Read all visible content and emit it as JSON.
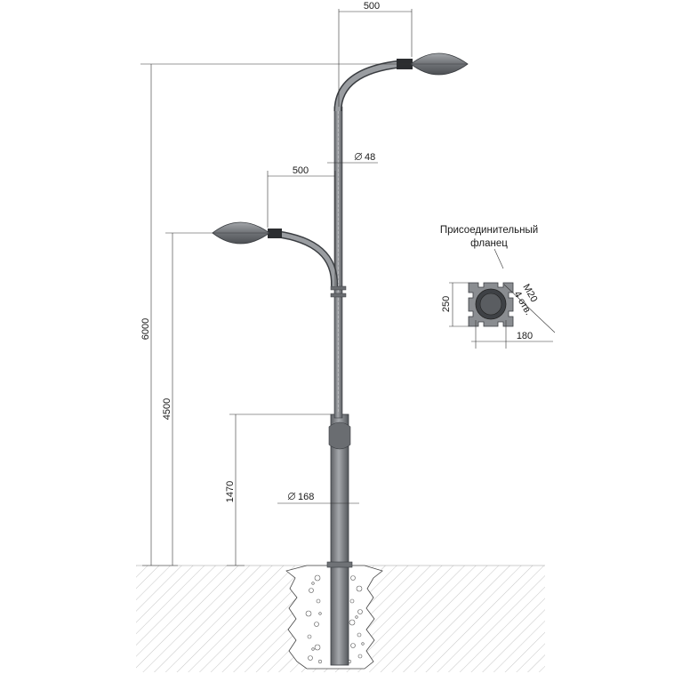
{
  "dimensions": {
    "upper_arm_reach": "500",
    "lower_arm_reach": "500",
    "upper_pipe_diameter": "48",
    "base_pipe_diameter": "168",
    "total_height": "6000",
    "lower_luminaire_height": "4500",
    "base_section_height": "1470"
  },
  "flange": {
    "title_line1": "Присоединительный",
    "title_line2": "фланец",
    "side": "250",
    "bolt_spacing": "180",
    "bolt_size": "M20",
    "bolt_count": "4 отв."
  },
  "colors": {
    "pole_fill": "#8a8d91",
    "pole_dark": "#5a5d61",
    "lamp_fill": "#7d8085",
    "ground_hatch": "#b5b5b5",
    "line": "#222222"
  },
  "icons": {
    "diameter_symbol": "diameter-icon"
  }
}
